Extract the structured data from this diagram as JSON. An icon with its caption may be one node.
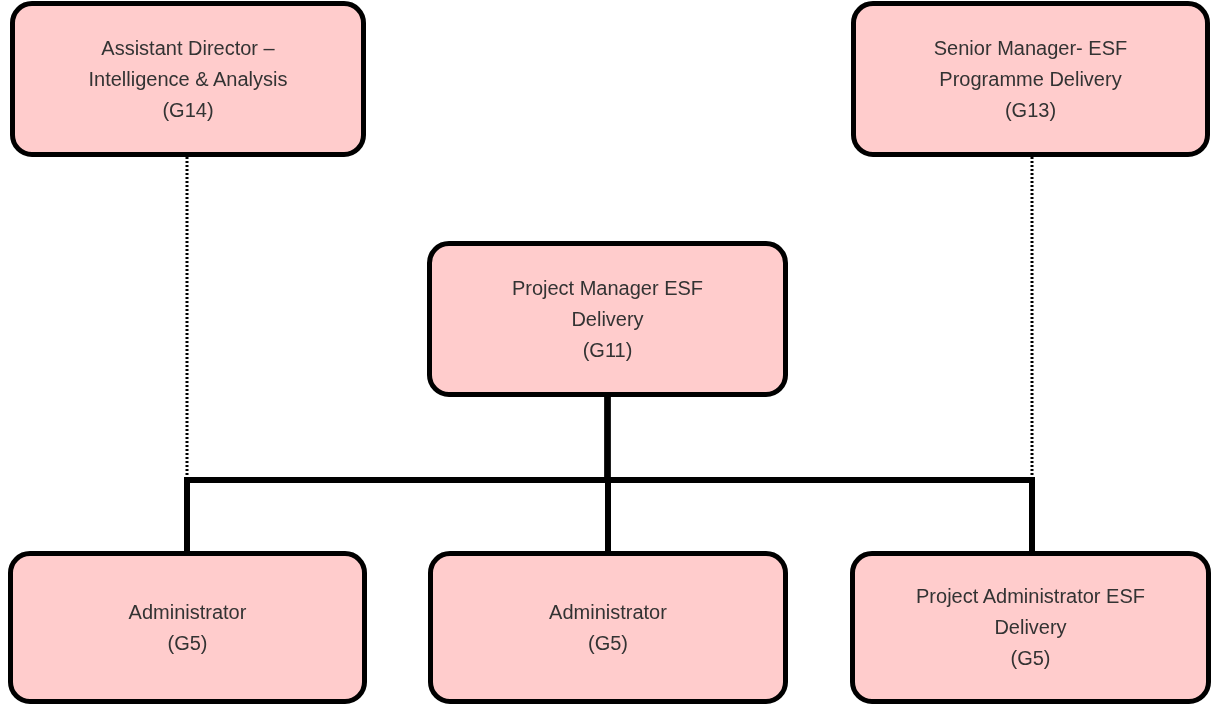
{
  "diagram": {
    "nodes": [
      {
        "text": [
          "Assistant Director – Intelligence & Analysis",
          "(G14)"
        ]
      },
      {
        "text": [
          "Senior Manager- ESF Programme Delivery",
          "(G13)"
        ]
      },
      {
        "text": [
          "Project Manager ESF Delivery",
          "(G11)"
        ]
      },
      {
        "text": [
          "Administrator",
          "(G5)"
        ]
      },
      {
        "text": [
          "Administrator",
          "(G5)"
        ]
      },
      {
        "text": [
          "Project Administrator ESF Delivery",
          "(G5)"
        ]
      }
    ],
    "edges": [
      {
        "from": 0,
        "to": 3,
        "arrow": "none",
        "style": "dashed"
      },
      {
        "from": 1,
        "to": 5,
        "arrow": "none",
        "style": "dashed"
      },
      {
        "from": 2,
        "to": 3,
        "arrow": "none"
      },
      {
        "from": 2,
        "to": 4,
        "arrow": "none"
      },
      {
        "from": 2,
        "to": 5,
        "arrow": "none"
      }
    ]
  }
}
